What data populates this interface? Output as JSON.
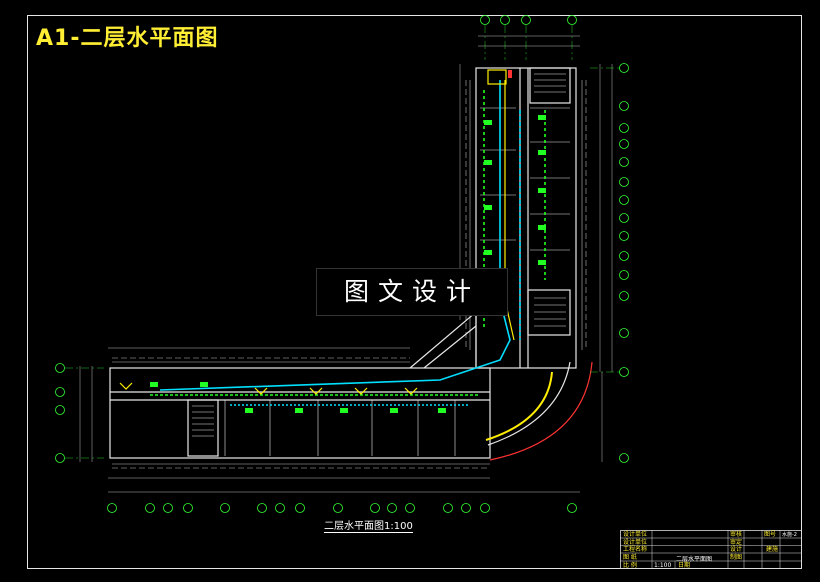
{
  "sheet": {
    "title": "A1-二层水平面图",
    "watermark": "图文设计",
    "caption": "二层水平面图1:100"
  },
  "title_block": {
    "labels": [
      "设计单位",
      "设计单位",
      "工程名称",
      "图 纸",
      "比 例"
    ],
    "drawing_name": "二层水平面图",
    "scale": "1:100",
    "date_label": "日期",
    "right_labels": [
      "审核",
      "审定",
      "设计",
      "制图"
    ],
    "sheet_label": "图号",
    "sheet_no": "水施-2",
    "extra": "建施"
  },
  "colors": {
    "background": "#000000",
    "frame": "#e6e6e6",
    "wall": "#e8e8e8",
    "pipe_cyan": "#00e0ff",
    "pipe_green": "#22ff22",
    "pipe_yellow": "#ffee00",
    "axis_red": "#ff3333",
    "grid_text": "#33ff33"
  }
}
